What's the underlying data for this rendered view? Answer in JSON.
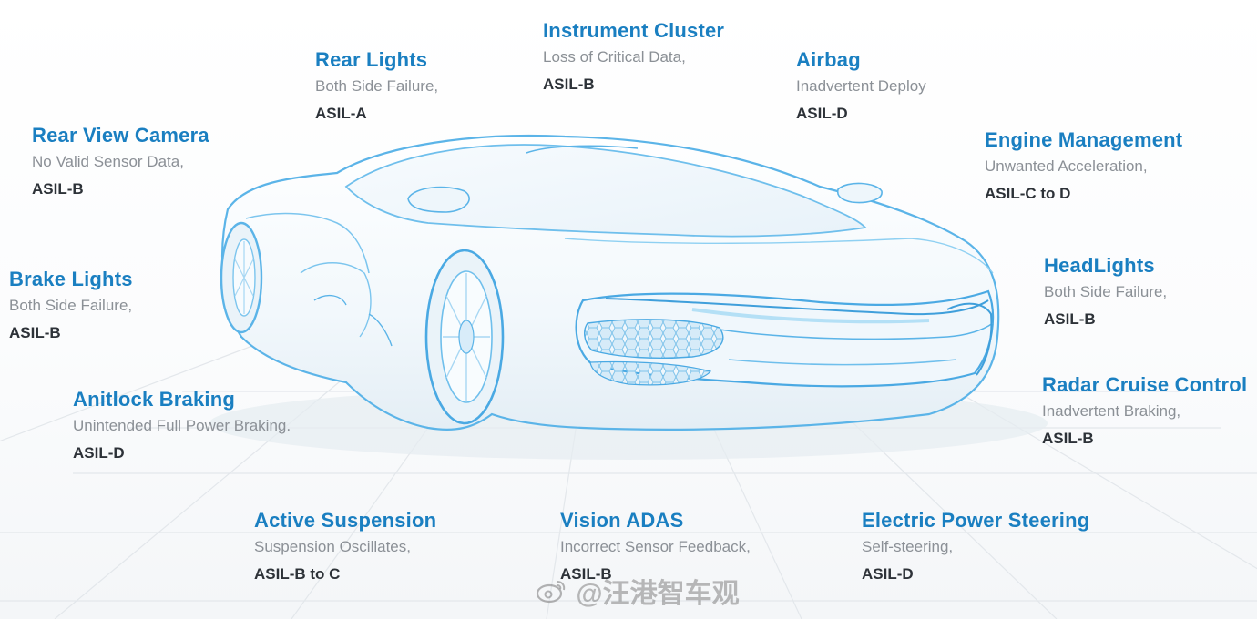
{
  "callouts": [
    {
      "title": "Instrument Cluster",
      "desc": "Loss of Critical Data,",
      "asil": "ASIL-B"
    },
    {
      "title": "Rear Lights",
      "desc": "Both Side Failure,",
      "asil": "ASIL-A"
    },
    {
      "title": "Airbag",
      "desc": "Inadvertent Deploy",
      "asil": "ASIL-D"
    },
    {
      "title": "Rear View Camera",
      "desc": "No Valid Sensor Data,",
      "asil": "ASIL-B"
    },
    {
      "title": "Engine Management",
      "desc": "Unwanted Acceleration,",
      "asil": "ASIL-C to D"
    },
    {
      "title": "Brake Lights",
      "desc": "Both Side Failure,",
      "asil": "ASIL-B"
    },
    {
      "title": "HeadLights",
      "desc": "Both Side Failure,",
      "asil": "ASIL-B"
    },
    {
      "title": "Anitlock Braking",
      "desc": "Unintended Full Power Braking.",
      "asil": "ASIL-D"
    },
    {
      "title": "Radar Cruise Control",
      "desc": "Inadvertent Braking,",
      "asil": "ASIL-B"
    },
    {
      "title": "Active Suspension",
      "desc": "Suspension Oscillates,",
      "asil": "ASIL-B to C"
    },
    {
      "title": "Vision ADAS",
      "desc": "Incorrect Sensor Feedback,",
      "asil": "ASIL-B"
    },
    {
      "title": "Electric Power Steering",
      "desc": "Self-steering,",
      "asil": "ASIL-D"
    }
  ],
  "watermark": {
    "text": "@汪港智车观",
    "icon": "weibo-icon"
  },
  "colors": {
    "title": "#1a7fc1",
    "desc": "#8b9096",
    "asil": "#2d3238",
    "car_line": "#5bb4e8"
  }
}
